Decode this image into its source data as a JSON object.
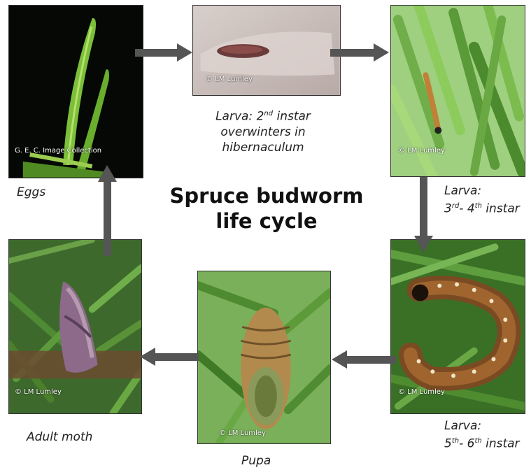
{
  "title": {
    "line1": "Spruce budworm",
    "line2": "life cycle"
  },
  "stages": {
    "eggs": {
      "caption": "Eggs",
      "credit": "G. E. C. Image Collection"
    },
    "larva2": {
      "line1_pre": "Larva: 2",
      "line1_sup": "nd",
      "line1_post": " instar",
      "line2": "overwinters in",
      "line3": "hibernaculum",
      "credit": "© LM Lumley"
    },
    "larva34": {
      "line1": "Larva:",
      "a": "3",
      "a_sup": "rd",
      "mid": "- 4",
      "b_sup": "th",
      "post": " instar",
      "credit": "© LM Lumley"
    },
    "larva56": {
      "line1": "Larva:",
      "a": "5",
      "a_sup": "th",
      "mid": "- 6",
      "b_sup": "th",
      "post": " instar",
      "credit": "© LM Lumley"
    },
    "pupa": {
      "caption": "Pupa",
      "credit": "© LM Lumley"
    },
    "adult": {
      "caption": "Adult moth",
      "credit": "© LM Lumley"
    }
  },
  "colors": {
    "arrow": "#555555",
    "needle_green": "#5a9a3a",
    "background_black": "#000000"
  }
}
